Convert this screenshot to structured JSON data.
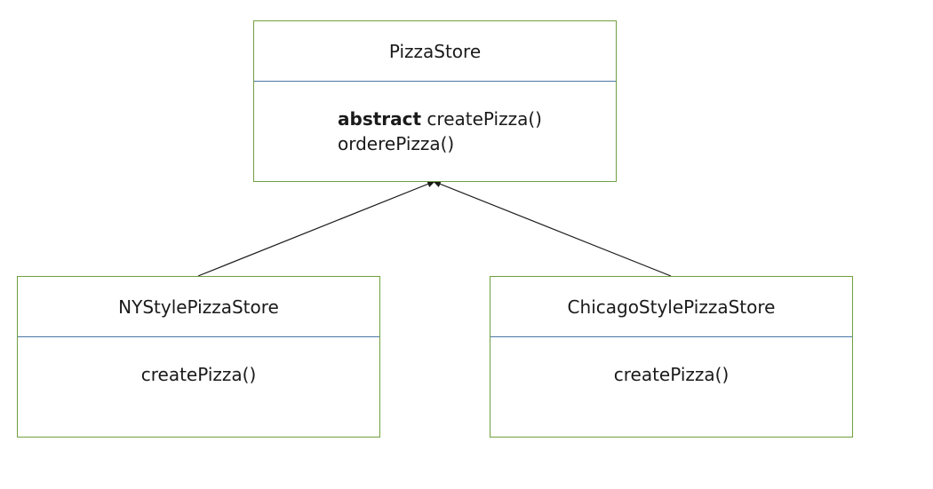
{
  "colors": {
    "box_border": "#70a040",
    "divider": "#4a78a8",
    "connector": "#1a1a1a"
  },
  "classes": {
    "pizza_store": {
      "name": "PizzaStore",
      "methods": [
        {
          "keyword": "abstract",
          "signature": "createPizza()"
        },
        {
          "keyword": "",
          "signature": "orderePizza()"
        }
      ]
    },
    "ny_style_pizza_store": {
      "name": "NYStylePizzaStore",
      "methods": [
        {
          "keyword": "",
          "signature": "createPizza()"
        }
      ]
    },
    "chicago_style_pizza_store": {
      "name": "ChicagoStylePizzaStore",
      "methods": [
        {
          "keyword": "",
          "signature": "createPizza()"
        }
      ]
    }
  },
  "relationships": [
    {
      "type": "inheritance",
      "from": "NYStylePizzaStore",
      "to": "PizzaStore"
    },
    {
      "type": "inheritance",
      "from": "ChicagoStylePizzaStore",
      "to": "PizzaStore"
    }
  ]
}
